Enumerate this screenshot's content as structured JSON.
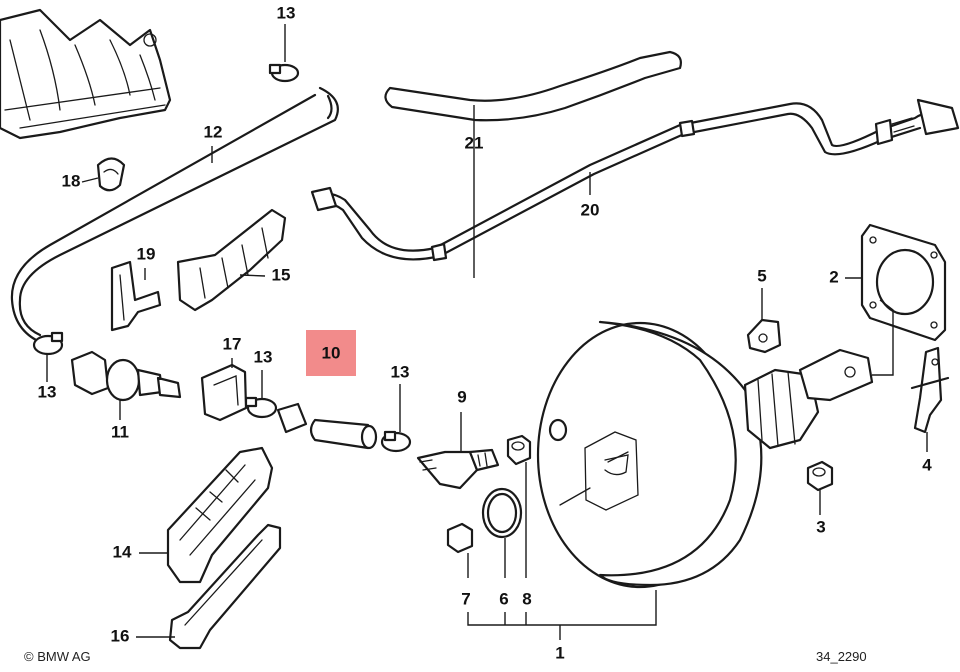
{
  "callouts": {
    "c1": "1",
    "c2": "2",
    "c3": "3",
    "c4": "4",
    "c5": "5",
    "c6": "6",
    "c7": "7",
    "c8": "8",
    "c9": "9",
    "c10": "10",
    "c11": "11",
    "c12": "12",
    "c13a": "13",
    "c13b": "13",
    "c13c": "13",
    "c13d": "13",
    "c14": "14",
    "c15": "15",
    "c16": "16",
    "c17": "17",
    "c18": "18",
    "c19": "19",
    "c20": "20",
    "c21": "21"
  },
  "highlighted_part": "10",
  "highlight_color": "#f28b8b",
  "copyright": "© BMW AG",
  "diagram_code": "34_2290"
}
